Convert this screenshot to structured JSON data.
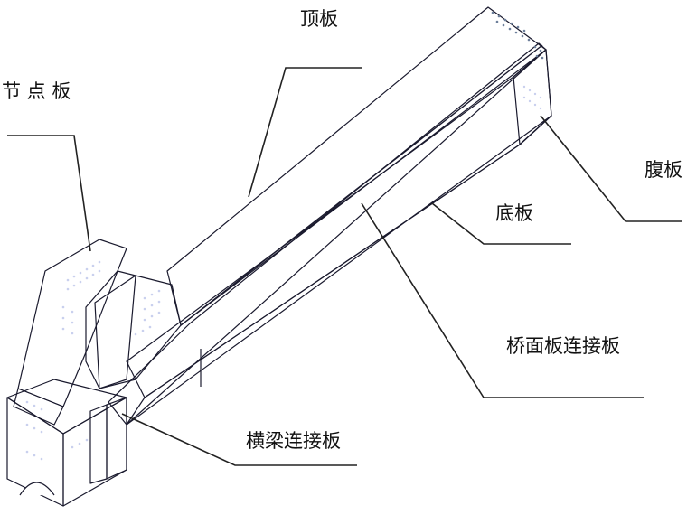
{
  "labels": {
    "node_plate": "节 点 板",
    "top_plate": "顶板",
    "web_plate": "腹板",
    "bottom_plate": "底板",
    "deck_connector": "桥面板连接板",
    "crossbeam_connector": "横梁连接板"
  },
  "colors": {
    "top_face": "#d2ebcd",
    "blue_side": "#5e6fcf",
    "blue_dark": "#4354b4",
    "blue_light": "#7586dc",
    "outline": "#1a1a2e",
    "holes": "#c9d0ee"
  }
}
